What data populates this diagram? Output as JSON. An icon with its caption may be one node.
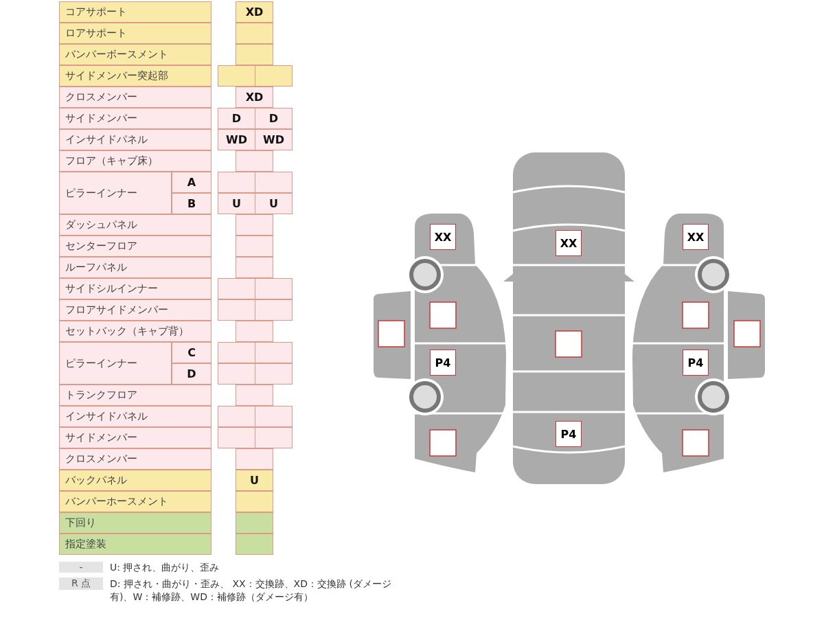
{
  "diagram": {
    "labels": [
      "コアサポート",
      "XD",
      "ロアサポート",
      "バンパーボースメント",
      "サイドメンバー突起部",
      "クロスメンバー",
      "XD",
      "サイドメンバー",
      "D",
      "D",
      "インサイドパネル",
      "WD",
      "WD",
      "フロア（キャブ床）",
      "ピラーインナー",
      "A",
      "B",
      "U",
      "U",
      "ダッシュパネル",
      "センターフロア",
      "ルーフパネル",
      "サイドシルインナー",
      "フロアサイドメンバー",
      "セットバック（キャブ背）",
      "ピラーインナー",
      "C",
      "D",
      "トランクフロア",
      "インサイドパネル",
      "サイドメンバー",
      "クロスメンバー",
      "バックパネル",
      "U",
      "バンパーホースメント",
      "下回り",
      "指定塗装",
      "XX",
      "XX",
      "XX",
      "P4",
      "P4",
      "P4",
      "-",
      "U: 押され、曲がり、歪み",
      "R 点",
      "D: 押され・曲がり・歪み、 XX：交換跡、XD：交換跡 (ダメージ有)、W：補修跡、WD：補修跡（ダメージ有）"
    ]
  }
}
